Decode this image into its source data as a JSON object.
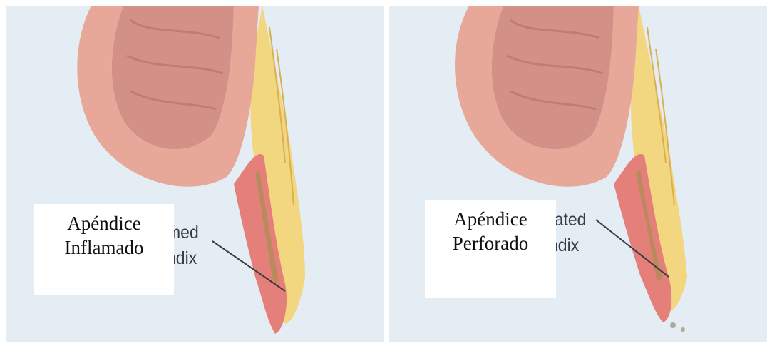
{
  "panels": [
    {
      "name": "inflamed",
      "fragment_lines": [
        "med",
        "ndix"
      ],
      "label_lines": [
        "Apéndice",
        "Inflamado"
      ]
    },
    {
      "name": "perforated",
      "fragment_lines": [
        "rated",
        "ndix"
      ],
      "label_lines": [
        "Apéndice",
        "Perforado"
      ]
    }
  ],
  "colors": {
    "background": "#e4edf4",
    "colon_outer": "#e7a89a",
    "colon_inner": "#c9837c",
    "colon_highlight": "#f2c4b6",
    "appendix": "#e57f79",
    "appendix_core": "#b98a5c",
    "fat": "#f2d680"
  }
}
